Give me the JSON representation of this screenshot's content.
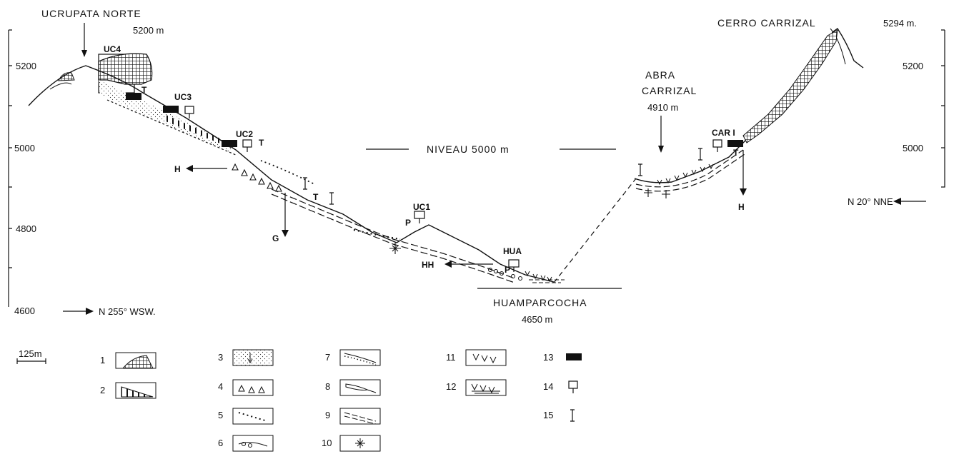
{
  "places": {
    "ucrupata_name": "UCRUPATA NORTE",
    "ucrupata_alt": "5200 m",
    "cerro_name": "CERRO CARRIZAL",
    "cerro_alt": "5294 m.",
    "abra_name_1": "ABRA",
    "abra_name_2": "CARRIZAL",
    "abra_alt": "4910 m",
    "huamp_name": "HUAMPARCOCHA",
    "huamp_alt": "4650 m",
    "niveau": "NIVEAU  5000 m"
  },
  "axis_left": {
    "ticks": [
      "5200",
      "5000",
      "4800",
      "4600"
    ]
  },
  "axis_right": {
    "ticks": [
      "5200",
      "5000"
    ]
  },
  "directions": {
    "left": "N 255° WSW.",
    "right": "N 20° NNE"
  },
  "sites": {
    "uc4": "UC4",
    "uc3": "UC3",
    "uc2": "UC2",
    "uc1": "UC1",
    "hua": "HUA",
    "car": "CAR I"
  },
  "markers": {
    "t": "T",
    "p": "P",
    "h": "H",
    "g": "G",
    "hh": "HH"
  },
  "scale": {
    "label": "125m"
  },
  "legend": [
    "1",
    "2",
    "3",
    "4",
    "5",
    "6",
    "7",
    "8",
    "9",
    "10",
    "11",
    "12",
    "13",
    "14",
    "15"
  ]
}
